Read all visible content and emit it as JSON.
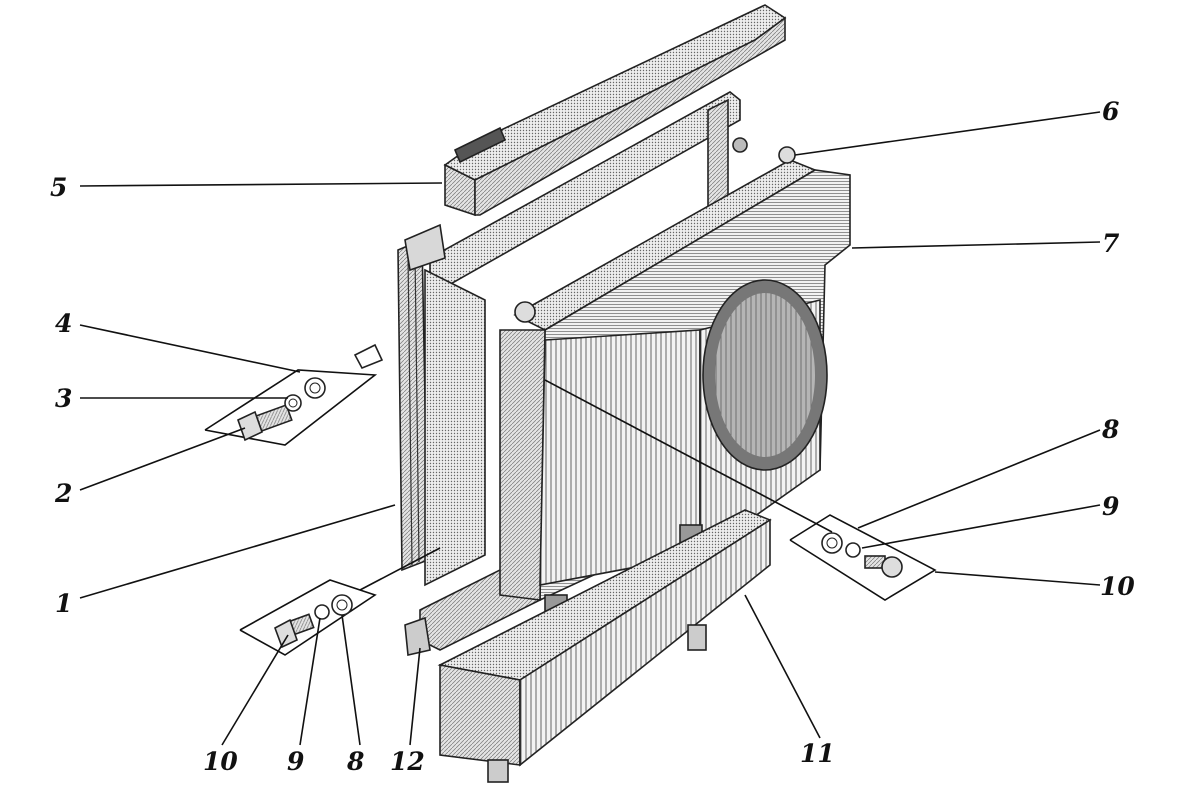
{
  "figure": {
    "labels": {
      "l1": "1",
      "l2": "2",
      "l3": "3",
      "l4": "4",
      "l5": "5",
      "l6": "6",
      "l7": "7",
      "l8_right": "8",
      "l9_right": "9",
      "l10_right": "10",
      "l10_bottom": "10",
      "l9_bottom": "9",
      "l8_bottom": "8",
      "l12": "12",
      "l11": "11"
    }
  }
}
